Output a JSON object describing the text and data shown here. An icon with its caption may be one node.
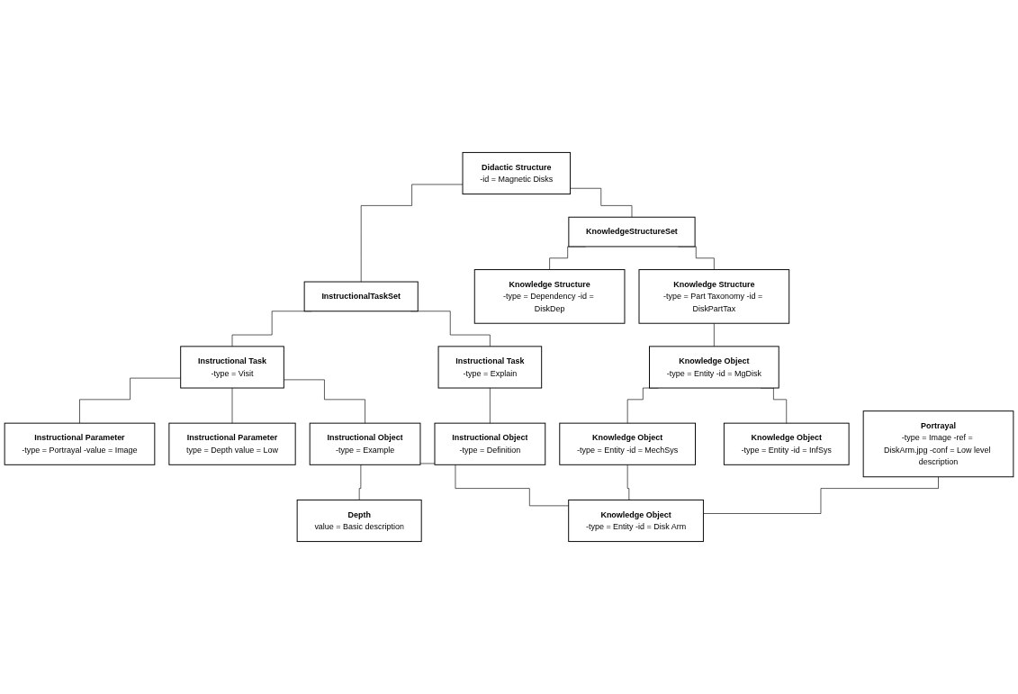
{
  "diagram": {
    "nodes": [
      {
        "text": [
          "Didactic Structure",
          "-id = Magnetic Disks"
        ]
      },
      {
        "text": [
          "KnowledgeStructureSet"
        ]
      },
      {
        "text": [
          "InstructionalTaskSet"
        ]
      },
      {
        "text": [
          "Knowledge Structure",
          "-type = Part Taxonomy -id = DiskPartTax"
        ]
      },
      {
        "text": [
          "Knowledge Structure",
          "-type = Dependency -id = DiskDep"
        ]
      },
      {
        "text": [
          "Instructional Task",
          "-type = Explain"
        ]
      },
      {
        "text": [
          "Instructional Task",
          "-type = Visit"
        ]
      },
      {
        "text": [
          "Knowledge Object",
          "-type = Entity -id = MgDisk"
        ]
      },
      {
        "text": [
          "Instructional Object",
          "-type = Definition"
        ]
      },
      {
        "text": [
          "Instructional Object",
          "-type = Example"
        ]
      },
      {
        "text": [
          "Instructional Parameter",
          "-type = Portrayal -value = Image"
        ]
      },
      {
        "text": [
          "Knowledge Object",
          "-type = Entity -id = InfSys"
        ]
      },
      {
        "text": [
          "Knowledge Object",
          "-type = Entity -id = MechSys"
        ]
      },
      {
        "text": [
          "Instructional Parameter",
          "type = Depth value = Low"
        ]
      },
      {
        "text": [
          "Depth",
          "value = Basic description"
        ]
      },
      {
        "text": [
          "Portrayal",
          "-type = Image -ref = DiskArm.jpg -conf = Low level description"
        ]
      },
      {
        "text": [
          "Knowledge Object",
          "-type = Entity -id = Disk Arm"
        ]
      }
    ],
    "edges": [
      {
        "from": 0,
        "to": 1,
        "arrow": "none"
      },
      {
        "from": 0,
        "to": 2,
        "arrow": "none"
      },
      {
        "from": 1,
        "to": 3,
        "arrow": "none"
      },
      {
        "from": 1,
        "to": 4,
        "arrow": "none"
      },
      {
        "from": 2,
        "to": 5,
        "arrow": "none"
      },
      {
        "from": 2,
        "to": 6,
        "arrow": "none"
      },
      {
        "from": 3,
        "to": 7,
        "arrow": "none"
      },
      {
        "from": 5,
        "to": 8,
        "arrow": "none"
      },
      {
        "from": 6,
        "to": 9,
        "arrow": "none"
      },
      {
        "from": 6,
        "to": 13,
        "arrow": "none"
      },
      {
        "from": 6,
        "to": 10,
        "arrow": "none"
      },
      {
        "from": 7,
        "to": 11,
        "arrow": "none"
      },
      {
        "from": 7,
        "to": 12,
        "arrow": "none"
      },
      {
        "from": 12,
        "to": 16,
        "arrow": "none"
      },
      {
        "from": 9,
        "to": 16,
        "arrow": "none"
      },
      {
        "from": 9,
        "to": 14,
        "arrow": "none"
      },
      {
        "from": 15,
        "to": 16,
        "arrow": "none"
      }
    ]
  }
}
